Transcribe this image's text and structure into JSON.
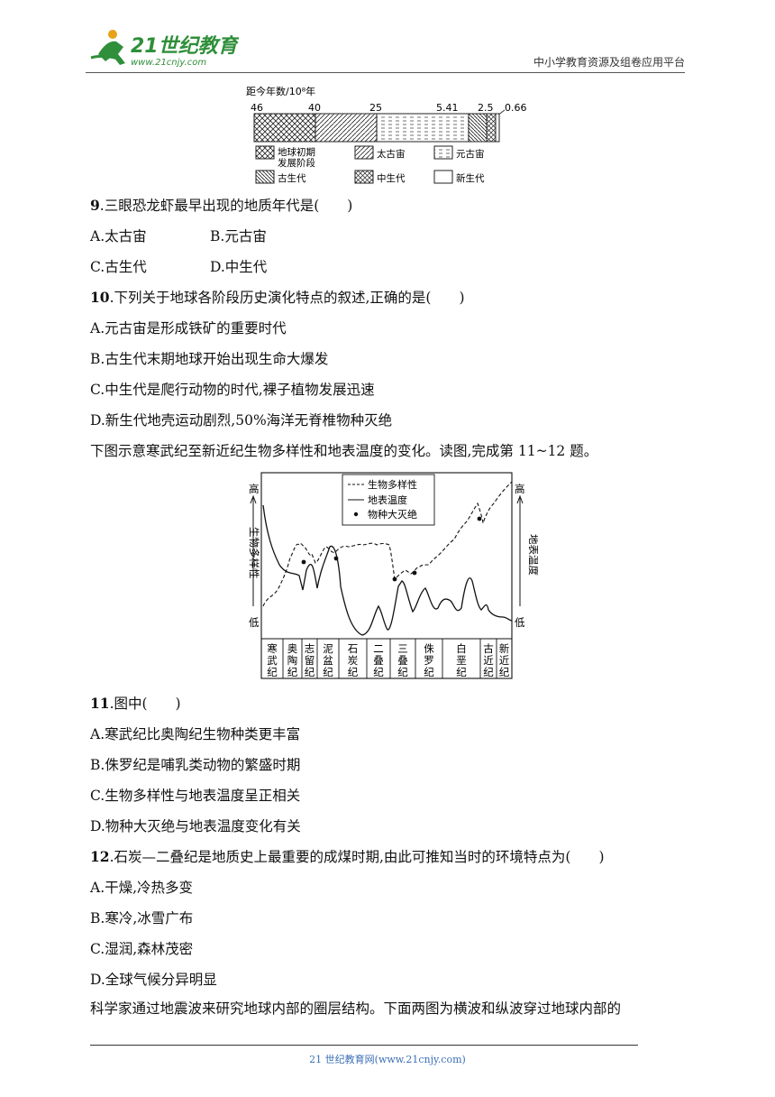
{
  "header": {
    "logo_big": "21世纪教育",
    "logo_url": "www.21cnjy.com",
    "platform": "中小学教育资源及组卷应用平台"
  },
  "timeline": {
    "axis_label": "距今年数/10⁸年",
    "ticks": [
      "46",
      "40",
      "25",
      "5.41",
      "2.5",
      "0.66"
    ],
    "legend": {
      "early": [
        "地球初期",
        "发展阶段"
      ],
      "archean": "太古宙",
      "proterozoic": "元古宙",
      "paleozoic": "古生代",
      "mesozoic": "中生代",
      "cenozoic": "新生代"
    }
  },
  "q9": {
    "num": "9",
    "text": ".三眼恐龙虾最早出现的地质年代是(　　)",
    "a": "A.太古宙",
    "b": "B.元古宙",
    "c": "C.古生代",
    "d": "D.中生代"
  },
  "q10": {
    "num": "10",
    "text": ".下列关于地球各阶段历史演化特点的叙述,正确的是(　　)",
    "a": "A.元古宙是形成铁矿的重要时代",
    "b": "B.古生代末期地球开始出现生命大爆发",
    "c": "C.中生代是爬行动物的时代,裸子植物发展迅速",
    "d": "D.新生代地壳运动剧烈,50%海洋无脊椎物种灭绝"
  },
  "intro1": "下图示意寒武纪至新近纪生物多样性和地表温度的变化。读图,完成第 11~12 题。",
  "graph": {
    "left_high": "高",
    "left_low": "低",
    "left_label": "生物多样性",
    "right_high": "高",
    "right_low": "低",
    "right_label": "地表温度",
    "legend_diversity": "生物多样性",
    "legend_temp": "地表温度",
    "legend_extinction": "物种大灭绝",
    "periods": [
      [
        "寒",
        "武",
        "纪"
      ],
      [
        "奥",
        "陶",
        "纪"
      ],
      [
        "志",
        "留",
        "纪"
      ],
      [
        "泥",
        "盆",
        "纪"
      ],
      [
        "石",
        "炭",
        "纪"
      ],
      [
        "二",
        "叠",
        "纪"
      ],
      [
        "三",
        "叠",
        "纪"
      ],
      [
        "侏",
        "罗",
        "纪"
      ],
      [
        "白",
        "垩",
        "纪"
      ],
      [
        "古",
        "近",
        "纪"
      ],
      [
        "新",
        "近",
        "纪"
      ]
    ]
  },
  "q11": {
    "num": "11",
    "text": ".图中(　　)",
    "a": "A.寒武纪比奥陶纪生物种类更丰富",
    "b": "B.侏罗纪是哺乳类动物的繁盛时期",
    "c": "C.生物多样性与地表温度呈正相关",
    "d": "D.物种大灭绝与地表温度变化有关"
  },
  "q12": {
    "num": "12",
    "text": ".石炭—二叠纪是地质史上最重要的成煤时期,由此可推知当时的环境特点为(　　)",
    "a": "A.干燥,冷热多变",
    "b": "B.寒冷,冰雪广布",
    "c": "C.湿润,森林茂密",
    "d": "D.全球气候分异明显"
  },
  "intro2": "科学家通过地震波来研究地球内部的圈层结构。下面两图为横波和纵波穿过地球内部的",
  "footer": "21 世纪教育网(www.21cnjy.com)"
}
